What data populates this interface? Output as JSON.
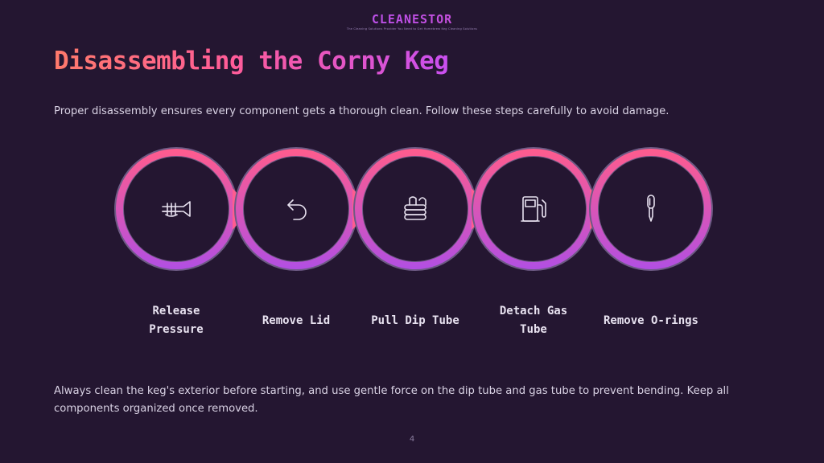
{
  "brand": {
    "name": "CLEANESTOR",
    "tagline": "The Cleaning Solutions Provider You Need to Get Homebrew Keg Cleaning Solutions"
  },
  "slide": {
    "title": "Disassembling the Corny Keg",
    "intro": "Proper disassembly ensures every component gets a thorough clean. Follow these steps carefully to avoid damage.",
    "outro": "Always clean the keg's exterior before starting, and use gentle force on the dip tube and gas tube to prevent bending. Keep all components organized once removed.",
    "page_number": "4"
  },
  "steps": [
    {
      "label": "Release Pressure",
      "icon": "trumpet-icon"
    },
    {
      "label": "Remove Lid",
      "icon": "undo-arrow-icon"
    },
    {
      "label": "Pull Dip Tube",
      "icon": "coiled-tube-icon"
    },
    {
      "label": "Detach Gas Tube",
      "icon": "gas-pump-icon"
    },
    {
      "label": "Remove O-rings",
      "icon": "screwdriver-icon"
    }
  ],
  "colors": {
    "background": "#241631",
    "ring_top": "#ff5c8d",
    "ring_bottom": "#b24fe2",
    "title_start": "#ff7a6b",
    "title_end": "#c94ff0"
  }
}
